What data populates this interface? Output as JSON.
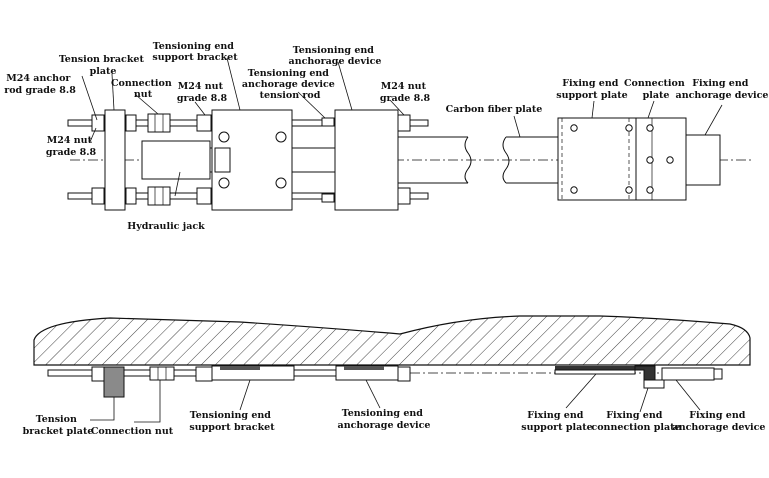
{
  "top_view": {
    "labels": {
      "tension_bracket_plate": [
        "Tension bracket",
        "plate"
      ],
      "tensioning_end_support_bracket": [
        "Tensioning end",
        "support bracket"
      ],
      "tensioning_end_anchorage_device": [
        "Tensioning end",
        "anchorage device"
      ],
      "tension_rod": [
        "Tensioning end",
        "anchorage device",
        "tension rod"
      ],
      "m24_anchor_rod": [
        "M24 anchor",
        "rod grade 8.8"
      ],
      "connection_nut": [
        "Connection",
        "nut"
      ],
      "m24_nut_mid": [
        "M24 nut",
        "grade 8.8"
      ],
      "m24_nut_right": [
        "M24 nut",
        "grade 8.8"
      ],
      "m24_nut_left": [
        "M24 nut",
        "grade 8.8"
      ],
      "hydraulic_jack": "Hydraulic jack",
      "carbon_fiber_plate": "Carbon fiber plate",
      "fixing_end_support_plate": [
        "Fixing end",
        "support plate"
      ],
      "connection_plate": [
        "Connection",
        "plate"
      ],
      "fixing_end_anchorage_device": [
        "Fixing end",
        "anchorage device"
      ]
    }
  },
  "side_view": {
    "labels": {
      "tension_bracket_plate": [
        "Tension",
        "bracket plate"
      ],
      "connection_nut": "Connection nut",
      "tensioning_end_support_bracket": [
        "Tensioning end",
        "support bracket"
      ],
      "tensioning_end_anchorage_device": [
        "Tensioning end",
        "anchorage device"
      ],
      "fixing_end_support_plate": [
        "Fixing end",
        "support plate"
      ],
      "fixing_end_connection_plate": [
        "Fixing end",
        "connection plate"
      ],
      "fixing_end_anchorage_device": [
        "Fixing end",
        "anchorage device"
      ]
    }
  }
}
